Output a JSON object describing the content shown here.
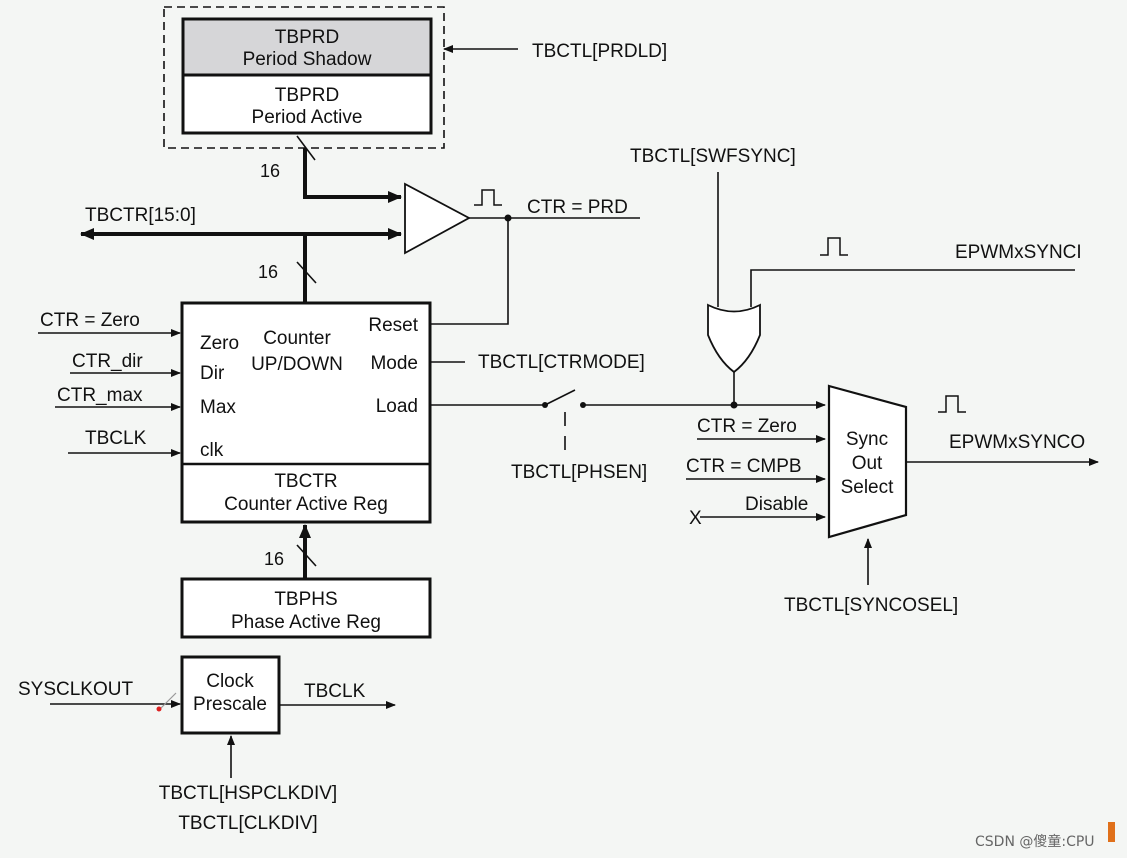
{
  "tbprd": {
    "shadow_line1": "TBPRD",
    "shadow_line2": "Period Shadow",
    "active_line1": "TBPRD",
    "active_line2": "Period Active",
    "prdld_label": "TBCTL[PRDLD]"
  },
  "bus": {
    "width_top": "16",
    "width_counter": "16",
    "width_phase": "16",
    "tbctr_label": "TBCTR[15:0]"
  },
  "comparator": {
    "output_label": "CTR = PRD"
  },
  "counter": {
    "title_line1": "Counter",
    "title_line2": "UP/DOWN",
    "in_zero": "Zero",
    "in_dir": "Dir",
    "in_max": "Max",
    "in_clk": "clk",
    "out_reset": "Reset",
    "out_mode": "Mode",
    "out_load": "Load",
    "reg_line1": "TBCTR",
    "reg_line2": "Counter Active Reg"
  },
  "counter_inputs": {
    "ctr_zero": "CTR = Zero",
    "ctr_dir": "CTR_dir",
    "ctr_max": "CTR_max",
    "tbclk": "TBCLK"
  },
  "ctrmode_label": "TBCTL[CTRMODE]",
  "phsen_label": "TBCTL[PHSEN]",
  "tbphs": {
    "line1": "TBPHS",
    "line2": "Phase Active Reg"
  },
  "clock": {
    "input_label": "SYSCLKOUT",
    "box_line1": "Clock",
    "box_line2": "Prescale",
    "output_label": "TBCLK",
    "ctrl_line1": "TBCTL[HSPCLKDIV]",
    "ctrl_line2": "TBCTL[CLKDIV]"
  },
  "sync": {
    "swfsync_label": "TBCTL[SWFSYNC]",
    "synci_label": "EPWMxSYNCI",
    "in_zero": "CTR = Zero",
    "in_cmpb": "CTR = CMPB",
    "in_disable": "Disable",
    "x_mark": "X",
    "mux_line1": "Sync",
    "mux_line2": "Out",
    "mux_line3": "Select",
    "output_label": "EPWMxSYNCO",
    "syncosel_label": "TBCTL[SYNCOSEL]"
  },
  "watermark": "CSDN @傻童:CPU"
}
